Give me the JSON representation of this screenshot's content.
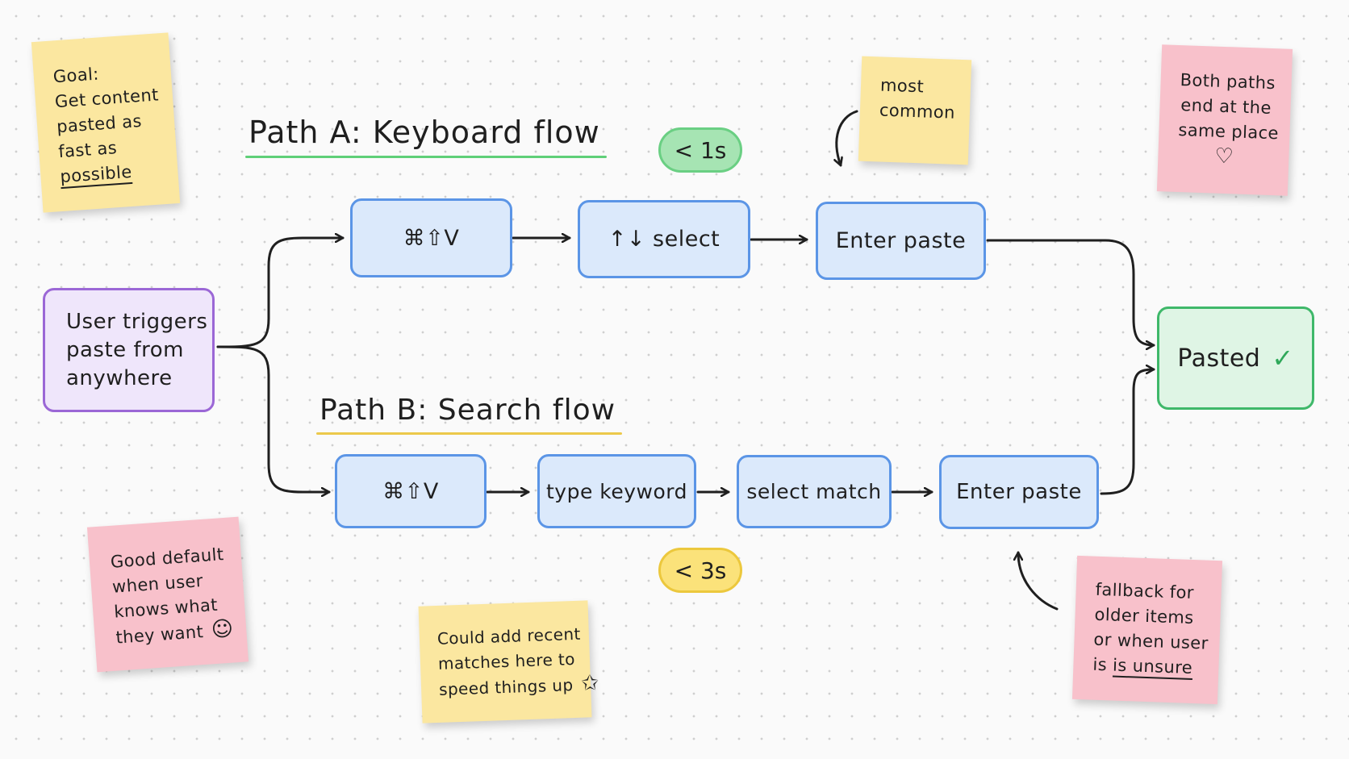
{
  "notes": {
    "goal": {
      "lines": [
        "Goal:",
        "Get content",
        "pasted as",
        "fast as",
        "possible"
      ]
    },
    "most_common": {
      "lines": [
        "most",
        "common"
      ]
    },
    "both_paths": {
      "lines": [
        "Both paths",
        "end at the",
        "same place"
      ],
      "glyph": "♡"
    },
    "good_default": {
      "lines": [
        "Good default",
        "when user",
        "knows what",
        "they want"
      ],
      "glyph": "☺"
    },
    "recent_matches": {
      "lines": [
        "Could add recent",
        "matches here to",
        "speed things up"
      ],
      "glyph": "✩"
    },
    "fallback": {
      "lines": [
        "fallback for",
        "older items",
        "or when user",
        "is unsure"
      ]
    }
  },
  "titles": {
    "path_a": "Path A: Keyboard flow",
    "path_b": "Path B: Search flow"
  },
  "badges": {
    "path_a_time": "< 1s",
    "path_b_time": "< 3s"
  },
  "nodes": {
    "start": [
      "User triggers",
      "paste from",
      "anywhere"
    ],
    "a_shortcut": "⌘⇧V",
    "a_select": "↑↓ select",
    "a_paste": "Enter paste",
    "b_shortcut": "⌘⇧V",
    "b_type": "type keyword",
    "b_select": "select match",
    "b_paste": "Enter paste",
    "end": "Pasted",
    "end_icon": "✓"
  },
  "colors": {
    "path_a_underline": "#5fcf78",
    "path_b_underline": "#ecc94b",
    "connector": "#1f1f1f"
  }
}
